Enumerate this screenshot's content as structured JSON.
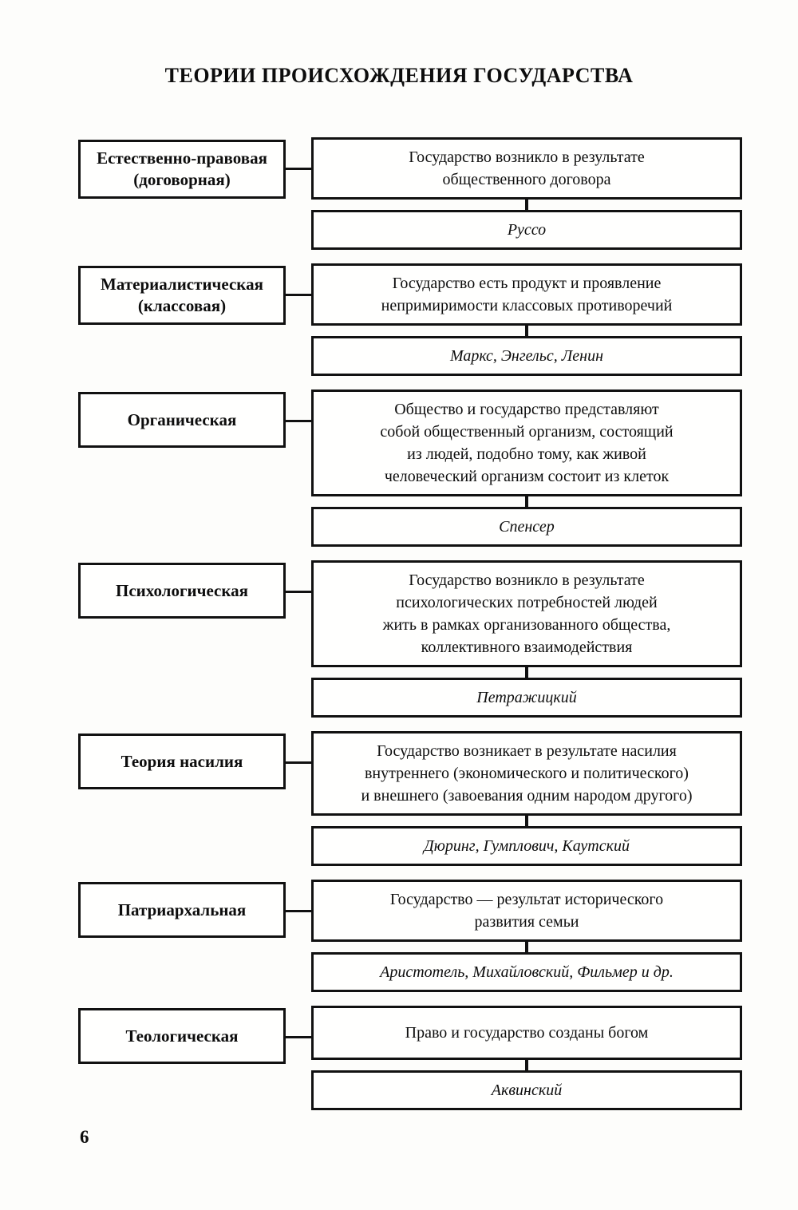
{
  "page": {
    "title": "ТЕОРИИ ПРОИСХОЖДЕНИЯ ГОСУДАРСТВА",
    "page_number": "6"
  },
  "sections": [
    {
      "name": "Естественно-правовая\n(договорная)",
      "description": "Государство возникло в результате\nобщественного договора",
      "authors": "Руссо"
    },
    {
      "name": "Материалистическая\n(классовая)",
      "description": "Государство есть продукт и проявление\nнепримиримости классовых противоречий",
      "authors": "Маркс, Энгельс, Ленин"
    },
    {
      "name": "Органическая",
      "description": "Общество и государство представляют\nсобой общественный организм, состоящий\nиз людей, подобно тому, как живой\nчеловеческий организм состоит из клеток",
      "authors": "Спенсер"
    },
    {
      "name": "Психологическая",
      "description": "Государство возникло в результате\nпсихологических потребностей людей\nжить в рамках организованного общества,\nколлективного взаимодействия",
      "authors": "Петражицкий"
    },
    {
      "name": "Теория насилия",
      "description": "Государство возникает в результате насилия\nвнутреннего (экономического и политического)\nи внешнего (завоевания одним народом другого)",
      "authors": "Дюринг, Гумплович, Каутский"
    },
    {
      "name": "Патриархальная",
      "description": "Государство — результат исторического\nразвития семьи",
      "authors": "Аристотель, Михайловский, Фильмер и др."
    },
    {
      "name": "Теологическая",
      "description": "Право и государство созданы богом",
      "authors": "Аквинский"
    }
  ]
}
